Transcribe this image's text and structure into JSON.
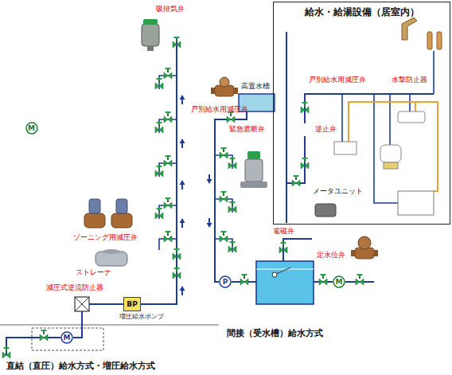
{
  "diagram": {
    "nodes": [
      {
        "text": [
          "給水・給湯設備（居室内）"
        ]
      },
      {
        "text": [
          "M"
        ],
        "in": 0
      },
      {
        "text": [
          "BP"
        ]
      },
      {
        "text": [
          "M"
        ]
      },
      {
        "text": [
          "P"
        ]
      },
      {
        "text": [
          "M"
        ]
      }
    ],
    "edges": [
      {
        "from": 3,
        "to": 2,
        "arrow": "none"
      }
    ],
    "labels": [
      "吸排気弁",
      "戸別給水用減圧弁",
      "高置水槽",
      "緊急遮断弁",
      "ゾーニング用減圧弁",
      "ストレーナ",
      "減圧式逆流防止器",
      "増圧給水ポンプ",
      "電磁弁",
      "定水位弁",
      "直結（直圧）給水方式・増圧給水方式",
      "間接（受水槽）給水方式",
      "戸別給水用減圧弁",
      "逆止弁",
      "水撃防止器",
      "メータユニット"
    ]
  }
}
